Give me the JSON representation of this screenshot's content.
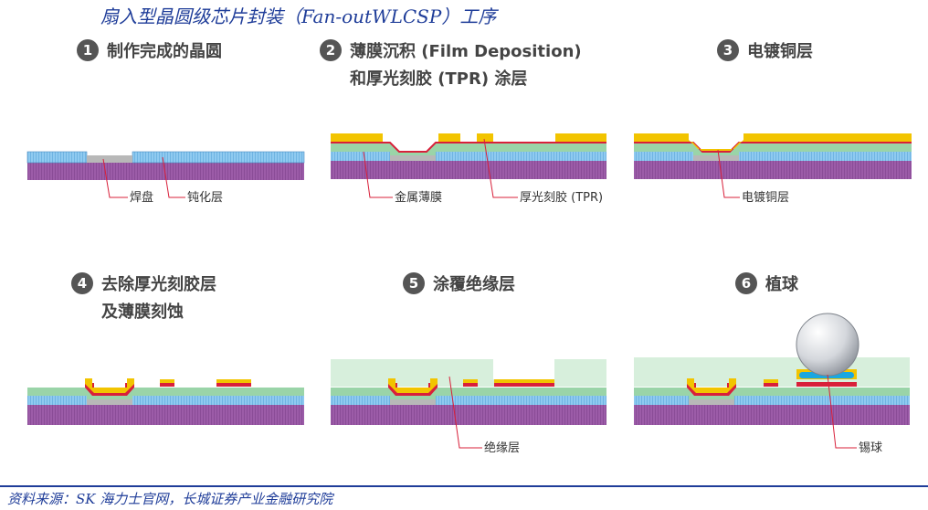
{
  "title": "扇入型晶圆级芯片封装（Fan-outWLCSP）工序",
  "steps": [
    {
      "num": "1",
      "label": "制作完成的晶圆"
    },
    {
      "num": "2",
      "label": "薄膜沉积 (Film Deposition)\n和厚光刻胶 (TPR) 涂层"
    },
    {
      "num": "3",
      "label": "电镀铜层"
    },
    {
      "num": "4",
      "label": "去除厚光刻胶层\n及薄膜刻蚀"
    },
    {
      "num": "5",
      "label": "涂覆绝缘层"
    },
    {
      "num": "6",
      "label": "植球"
    }
  ],
  "callouts": {
    "pad": "焊盘",
    "passivation": "钝化层",
    "metal_film": "金属薄膜",
    "tpr": "厚光刻胶 (TPR)",
    "copper": "电镀铜层",
    "insulation": "绝缘层",
    "solder_ball": "锡球"
  },
  "colors": {
    "substrate": "#9c5ca8",
    "passivation": "#8fcaf0",
    "pad": "#b8b8b8",
    "metal_film": "#9ad4a8",
    "red_layer": "#d8203a",
    "tpr": "#f2c400",
    "insulation": "#d7efdc",
    "title_blue": "#1f3d99"
  },
  "source": "资料来源：SK 海力士官网，长城证券产业金融研究院"
}
